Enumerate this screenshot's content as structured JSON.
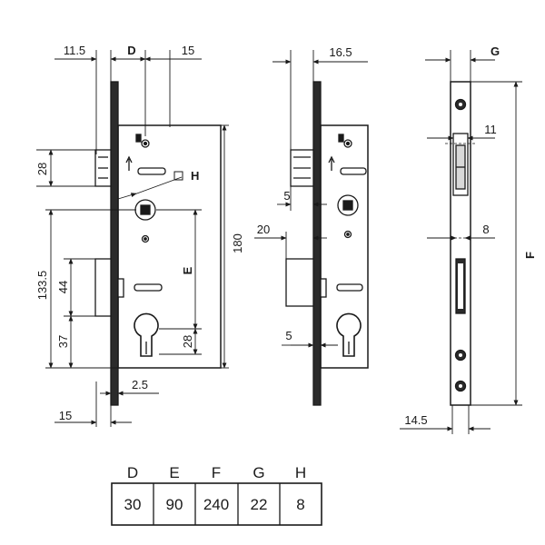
{
  "front_view": {
    "dim_11_5": "11.5",
    "dim_D": "D",
    "dim_15_top": "15",
    "dim_28_top": "28",
    "dim_133_5": "133.5",
    "dim_44": "44",
    "dim_37": "37",
    "dim_2_5": "2.5",
    "dim_15_bottom": "15",
    "dim_180": "180",
    "dim_E": "E",
    "dim_28_bottom": "28",
    "square_H": "H"
  },
  "middle_view": {
    "dim_16_5": "16.5",
    "dim_5_top": "5",
    "dim_20": "20",
    "dim_5_bottom": "5"
  },
  "side_view": {
    "dim_G": "G",
    "dim_11": "11",
    "dim_8": "8",
    "dim_F": "F",
    "dim_14_5": "14.5"
  },
  "table": {
    "headers": [
      "D",
      "E",
      "F",
      "G",
      "H"
    ],
    "values": [
      "30",
      "90",
      "240",
      "22",
      "8"
    ]
  }
}
